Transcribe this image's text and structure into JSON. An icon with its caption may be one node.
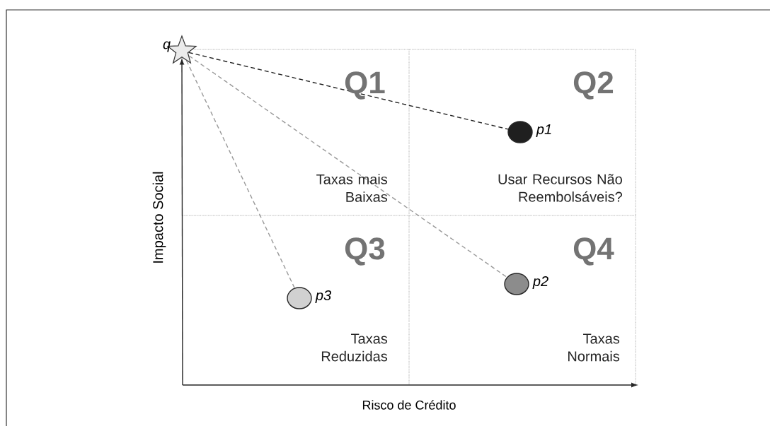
{
  "diagram": {
    "nodes": [
      {
        "text": [],
        "shape": "star",
        "beside": [
          "q"
        ]
      },
      {
        "text": [],
        "shape": "circle",
        "beside": [
          "p1"
        ]
      },
      {
        "text": [],
        "shape": "circle",
        "beside": [
          "p2"
        ]
      },
      {
        "text": [],
        "shape": "circle",
        "beside": [
          "p3"
        ]
      }
    ],
    "edges": [
      {
        "from": 0,
        "to": 1,
        "arrow": "none",
        "style": "dashed",
        "color": "#222222"
      },
      {
        "from": 0,
        "to": 2,
        "arrow": "none",
        "style": "dashed"
      },
      {
        "from": 0,
        "to": 3,
        "arrow": "none",
        "style": "dashed"
      }
    ],
    "labels": [
      "Q1",
      "Q2",
      "Taxas mais Baixas",
      "Usar Recursos Não Reembolsáveis?",
      "Q3",
      "Q4",
      "Taxas Reduzidas",
      "Taxas Normais",
      "Impacto Social",
      "Risco de Crédito"
    ]
  }
}
